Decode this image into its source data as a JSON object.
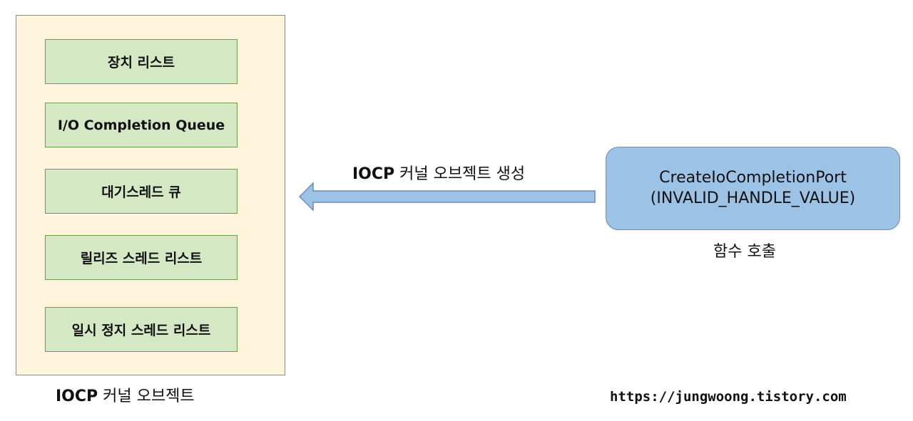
{
  "iocp_object": {
    "entries": [
      "장치 리스트",
      "I/O Completion Queue",
      "대기스레드 큐",
      "릴리즈 스레드 리스트",
      "일시 정지 스레드 리스트"
    ],
    "caption_bold": "IOCP",
    "caption_rest": " 커널 오브젝트"
  },
  "arrow": {
    "label_bold": "IOCP",
    "label_rest": " 커널 오브젝트 생성",
    "direction": "left",
    "fill_color": "#9cc2e6",
    "stroke_color": "#6d8ab0"
  },
  "function_call": {
    "line1": "CreateIoCompletionPort",
    "line2": "(INVALID_HANDLE_VALUE)",
    "caption": "함수 호출"
  },
  "watermark": "https://jungwoong.tistory.com",
  "colors": {
    "object_bg": "#fff5dc",
    "entry_bg": "#d5e8c4",
    "entry_border": "#6f9b4f",
    "call_bg": "#9cc2e6"
  }
}
